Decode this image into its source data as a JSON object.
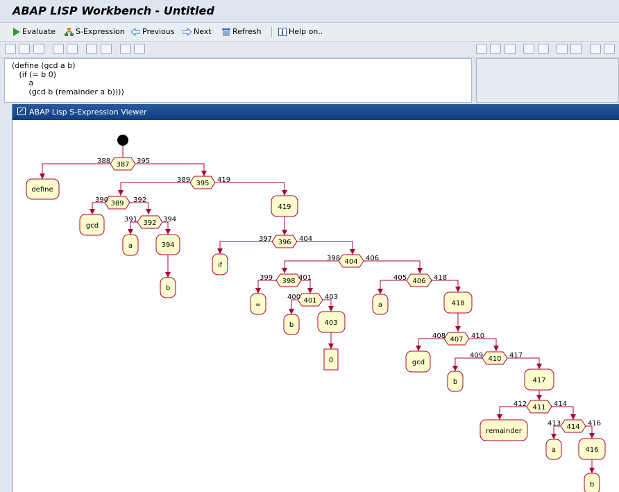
{
  "window": {
    "title": "ABAP LISP Workbench - Untitled"
  },
  "toolbar": {
    "evaluate": "Evaluate",
    "sexpression": "S-Expression",
    "previous": "Previous",
    "next": "Next",
    "refresh": "Refresh",
    "help": "Help on.."
  },
  "editor": {
    "lines": [
      "(define (gcd a b)",
      "   (if (= b 0)",
      "       a",
      "       (gcd b (remainder a b))))"
    ]
  },
  "viewer": {
    "title": "ABAP Lisp S-Expression Viewer",
    "nodes": {
      "387": "387",
      "395": "395",
      "389": "389",
      "419": "419",
      "396": "396",
      "404": "404",
      "398": "398",
      "401": "401",
      "403": "403",
      "406": "406",
      "418": "418",
      "407": "407",
      "410": "410",
      "417": "417",
      "411": "411",
      "414": "414",
      "416": "416",
      "392": "392",
      "394": "394",
      "define": "define",
      "gcd1": "gcd",
      "a1": "a",
      "b1": "b",
      "if": "if",
      "eq": "=",
      "b2": "b",
      "zero": "0",
      "a2": "a",
      "gcd2": "gcd",
      "b3": "b",
      "remainder": "remainder",
      "a3": "a",
      "b4": "b"
    },
    "labels": {
      "l388": "388",
      "l395": "395",
      "l389": "389",
      "l419": "419",
      "l390": "390",
      "l392": "392",
      "l391": "391",
      "l394": "394",
      "l397": "397",
      "l404": "404",
      "l398": "398",
      "l406": "406",
      "l399": "399",
      "l401": "401",
      "l400": "400",
      "l403": "403",
      "l405": "405",
      "l418": "418",
      "l408": "408",
      "l410": "410",
      "l409": "409",
      "l417": "417",
      "l412": "412",
      "l414": "414",
      "l413": "413",
      "l416": "416"
    }
  },
  "colors": {
    "node_fill": "#fefece",
    "edge": "#a80036",
    "title_bar": "#0f3f82"
  }
}
